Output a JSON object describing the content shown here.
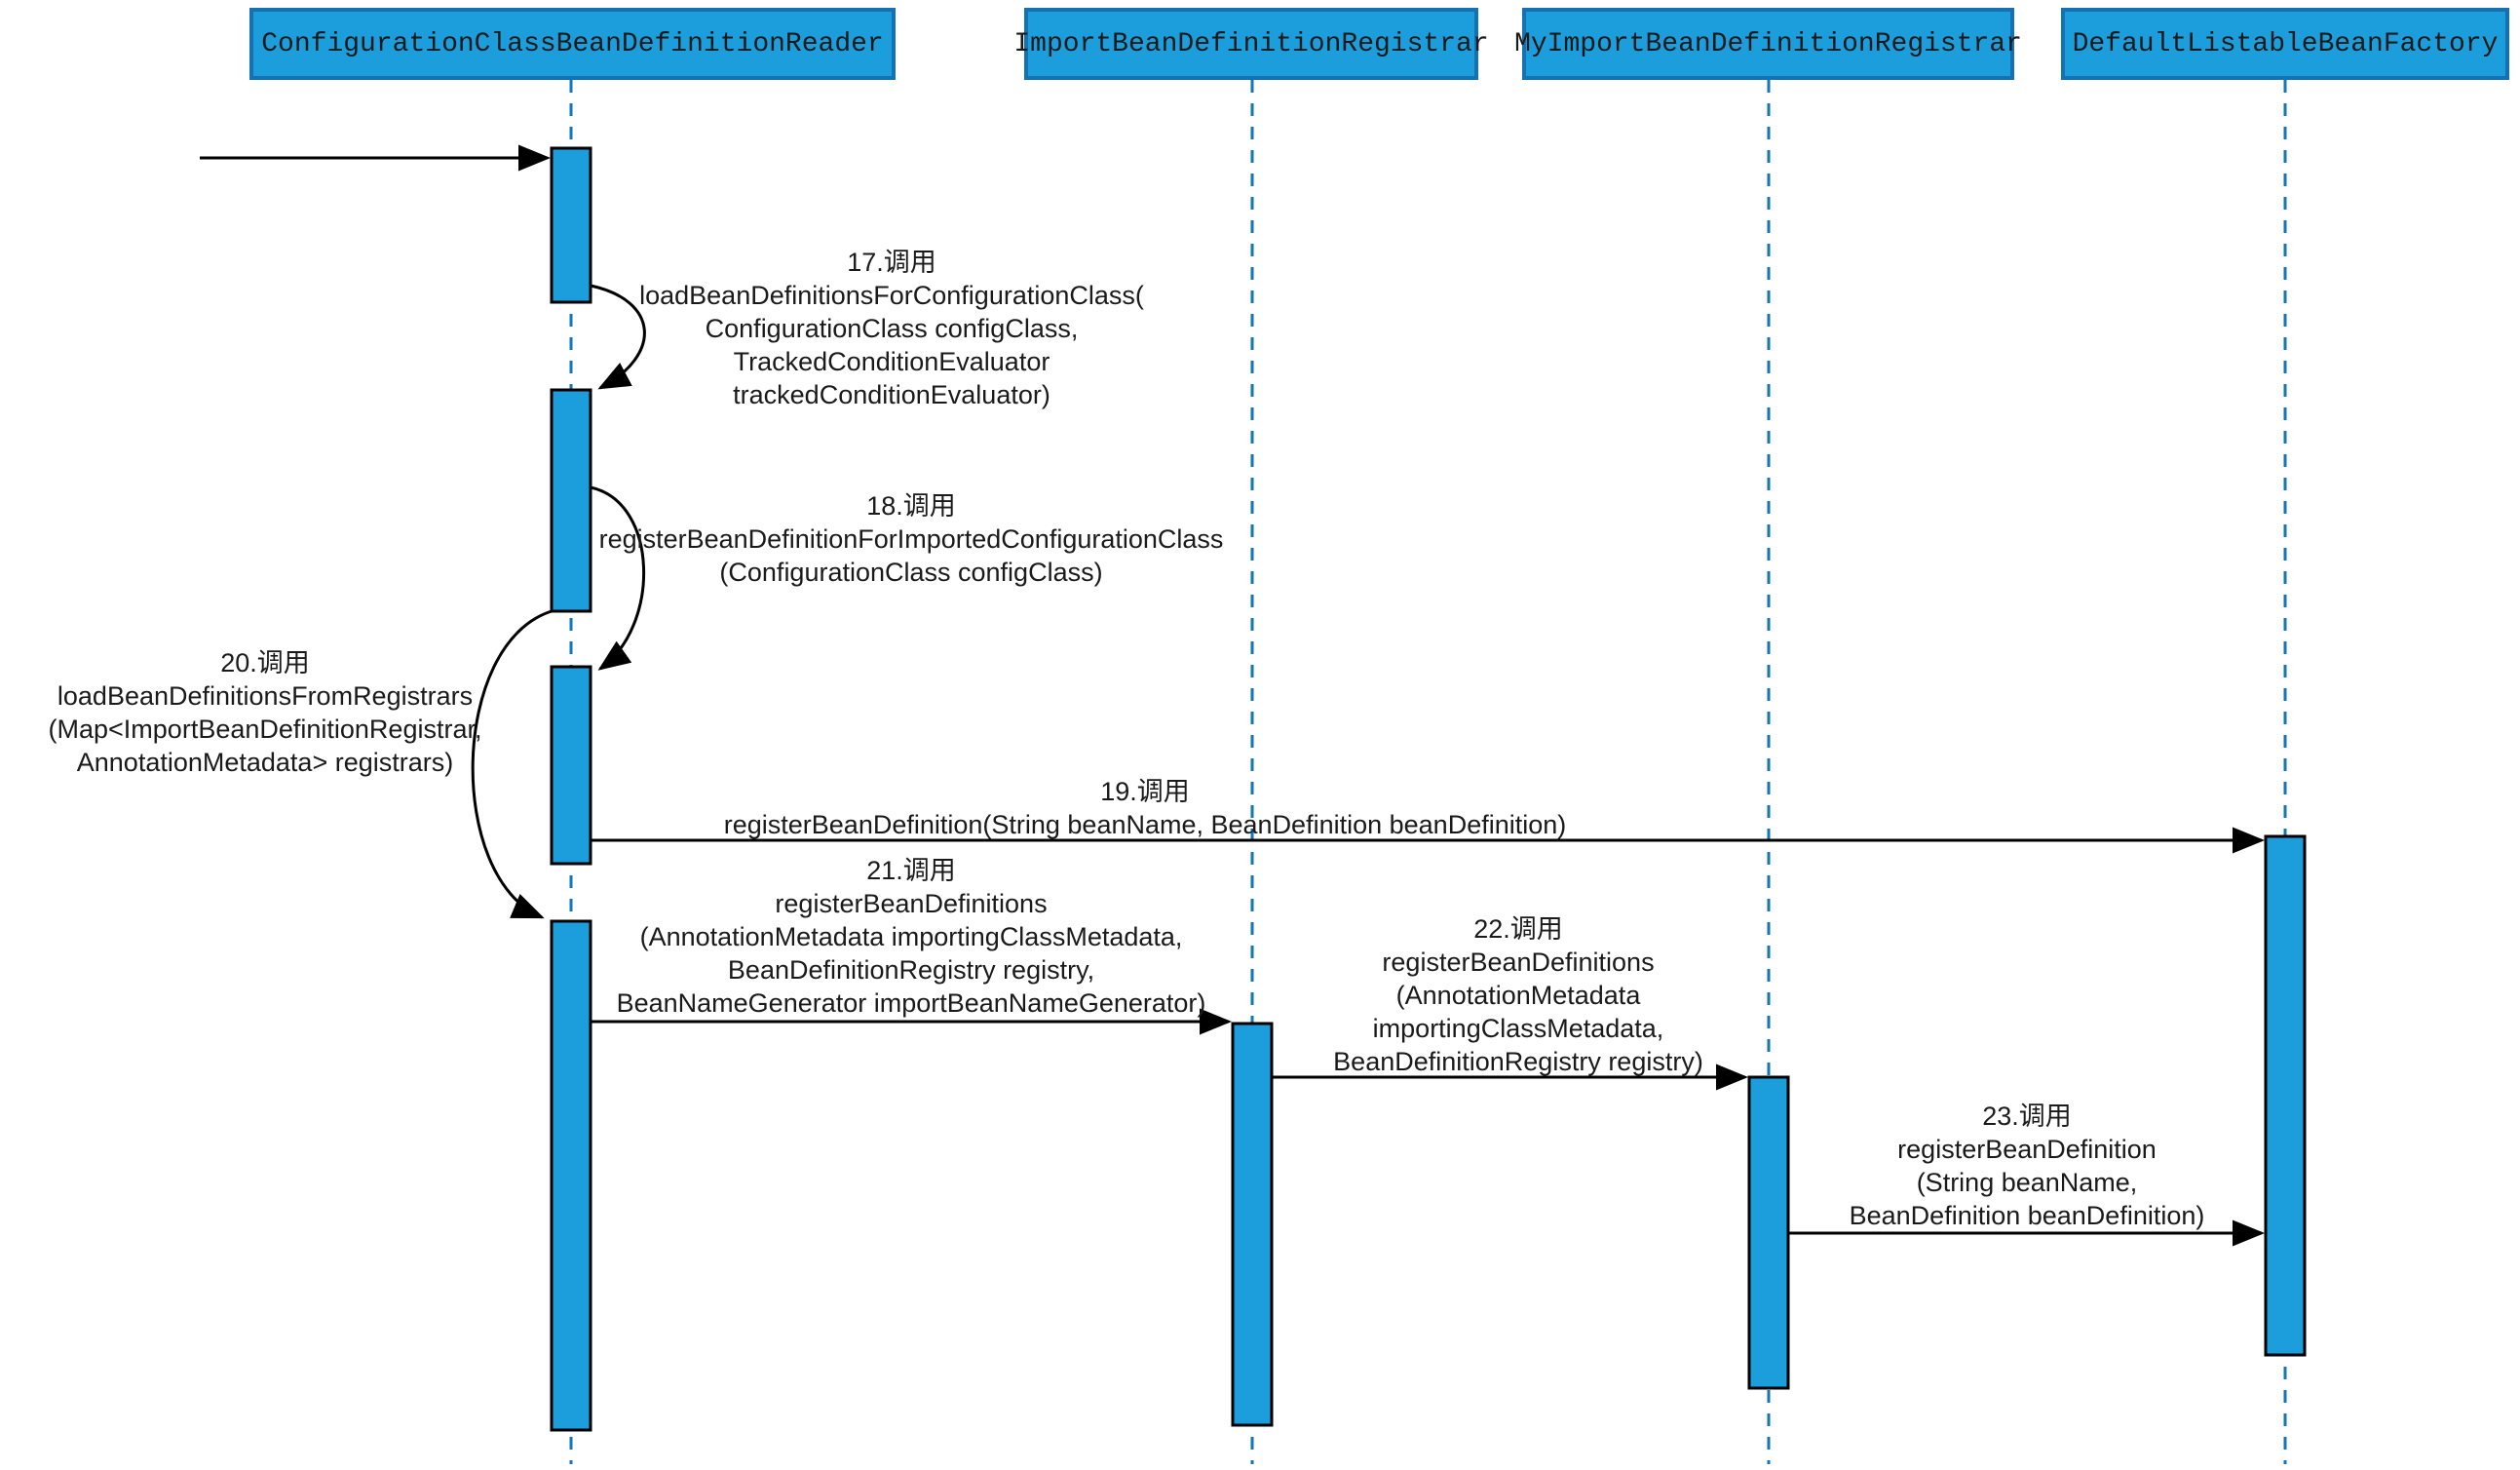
{
  "diagram": {
    "type": "uml-sequence-diagram",
    "participants": [
      {
        "name": "ConfigurationClassBeanDefinitionReader"
      },
      {
        "name": "ImportBeanDefinitionRegistrar"
      },
      {
        "name": "MyImportBeanDefinitionRegistrar"
      },
      {
        "name": "DefaultListableBeanFactory"
      }
    ],
    "messages": {
      "m17": {
        "number": "17",
        "kind": "self-call",
        "from": "ConfigurationClassBeanDefinitionReader",
        "to": "ConfigurationClassBeanDefinitionReader",
        "text": "17.调用\nloadBeanDefinitionsForConfigurationClass(\nConfigurationClass configClass,\nTrackedConditionEvaluator\ntrackedConditionEvaluator)"
      },
      "m18": {
        "number": "18",
        "kind": "self-call",
        "from": "ConfigurationClassBeanDefinitionReader",
        "to": "ConfigurationClassBeanDefinitionReader",
        "text": "18.调用\nregisterBeanDefinitionForImportedConfigurationClass\n(ConfigurationClass configClass)"
      },
      "m19": {
        "number": "19",
        "kind": "call",
        "from": "ConfigurationClassBeanDefinitionReader",
        "to": "DefaultListableBeanFactory",
        "text": "19.调用\nregisterBeanDefinition(String beanName, BeanDefinition beanDefinition)"
      },
      "m20": {
        "number": "20",
        "kind": "self-call",
        "from": "ConfigurationClassBeanDefinitionReader",
        "to": "ConfigurationClassBeanDefinitionReader",
        "text": "20.调用\nloadBeanDefinitionsFromRegistrars\n(Map<ImportBeanDefinitionRegistrar,\nAnnotationMetadata> registrars)"
      },
      "m21": {
        "number": "21",
        "kind": "call",
        "from": "ConfigurationClassBeanDefinitionReader",
        "to": "ImportBeanDefinitionRegistrar",
        "text": "21.调用\nregisterBeanDefinitions\n(AnnotationMetadata importingClassMetadata,\nBeanDefinitionRegistry registry,\nBeanNameGenerator importBeanNameGenerator)"
      },
      "m22": {
        "number": "22",
        "kind": "call",
        "from": "ImportBeanDefinitionRegistrar",
        "to": "MyImportBeanDefinitionRegistrar",
        "text": "22.调用\nregisterBeanDefinitions\n(AnnotationMetadata\nimportingClassMetadata,\nBeanDefinitionRegistry registry)"
      },
      "m23": {
        "number": "23",
        "kind": "call",
        "from": "MyImportBeanDefinitionRegistrar",
        "to": "DefaultListableBeanFactory",
        "text": "23.调用\nregisterBeanDefinition\n(String beanName,\nBeanDefinition beanDefinition)"
      }
    },
    "colors": {
      "participant_fill": "#1C9DDC",
      "participant_border": "#1472B4",
      "activation_fill": "#1C9DDC",
      "lifeline": "#1176BC",
      "shape_stroke": "#000000",
      "text_color": "#1a1a1a"
    }
  }
}
